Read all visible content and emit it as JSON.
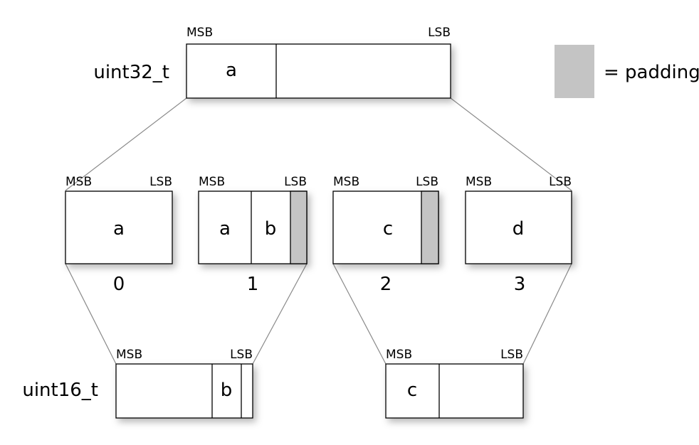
{
  "labels": {
    "msb": "MSB",
    "lsb": "LSB",
    "uint32_type": "uint32_t",
    "uint16_type": "uint16_t",
    "padding_legend": "= padding"
  },
  "uint32": {
    "field": "a"
  },
  "bytes": [
    {
      "index": "0",
      "fields": [
        "a"
      ]
    },
    {
      "index": "1",
      "fields": [
        "a",
        "b"
      ]
    },
    {
      "index": "2",
      "fields": [
        "c"
      ]
    },
    {
      "index": "3",
      "fields": [
        "d"
      ]
    }
  ],
  "uint16_left": {
    "field": "b"
  },
  "uint16_right": {
    "field": "c"
  },
  "colors": {
    "padding": "#c4c4c4",
    "stroke": "#000000",
    "connector": "#8a8a8a"
  }
}
